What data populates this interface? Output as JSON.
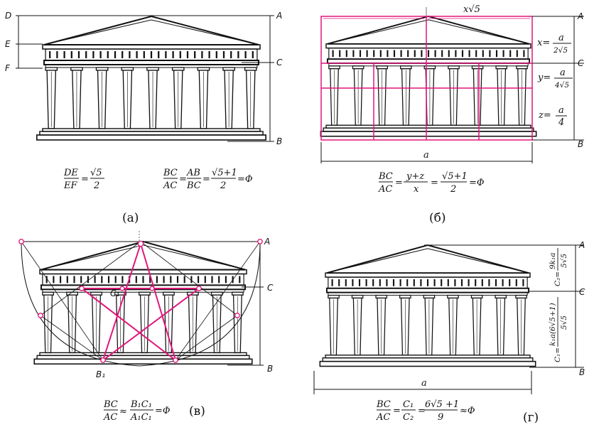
{
  "panels": {
    "a": {
      "caption": "(а)",
      "points": {
        "D": "D",
        "E": "E",
        "F": "F",
        "A": "A",
        "C": "C",
        "B": "B"
      },
      "formula1": {
        "left_num": "DE",
        "left_den": "EF",
        "right_num": "√5",
        "right_den": "2"
      },
      "formula2": {
        "bc_num": "BC",
        "bc_den": "AC",
        "ab_num": "AB",
        "ab_den": "BC",
        "phi_num": "√5+1",
        "phi_den": "2",
        "result": "=Φ"
      }
    },
    "b": {
      "caption": "(б)",
      "top_label": "x√5",
      "bottom_label": "a",
      "points": {
        "A": "A",
        "C": "C",
        "B": "B"
      },
      "x_eq": {
        "name": "x=",
        "num": "a",
        "den": "2√5"
      },
      "y_eq": {
        "name": "y=",
        "num": "a",
        "den": "4√5"
      },
      "z_eq": {
        "name": "z=",
        "num": "a",
        "den": "4"
      },
      "formula": {
        "bc_num": "BC",
        "bc_den": "AC",
        "yz_num": "y+z",
        "yz_den": "x",
        "phi_num": "√5+1",
        "phi_den": "2",
        "result": "=Φ"
      }
    },
    "v": {
      "caption": "(в)",
      "points": {
        "A": "A",
        "C": "C",
        "B": "B",
        "C1": "C₁",
        "B1": "B₁"
      },
      "formula": {
        "bc_num": "BC",
        "bc_den": "AC",
        "approx": "≈",
        "b1c1_num": "B₁C₁",
        "b1c1_den": "A₁C₁",
        "result": "=Φ"
      }
    },
    "g": {
      "caption": "(г)",
      "bottom_label": "a",
      "points": {
        "A": "A",
        "C": "C",
        "B": "B"
      },
      "c2_eq": {
        "name": "C₂=",
        "num": "9k₁a",
        "den": "5√5"
      },
      "c1_eq": {
        "name": "C₁=",
        "num": "k₁a(6√5+1)",
        "den": "5√5"
      },
      "formula": {
        "bc_num": "BC",
        "bc_den": "AC",
        "c_num": "C₁",
        "c_den": "C₂",
        "phi_num": "6√5 +1",
        "phi_den": "9",
        "result": "≈Φ"
      }
    }
  },
  "colors": {
    "ink": "#111111",
    "accent": "#e0177a"
  }
}
